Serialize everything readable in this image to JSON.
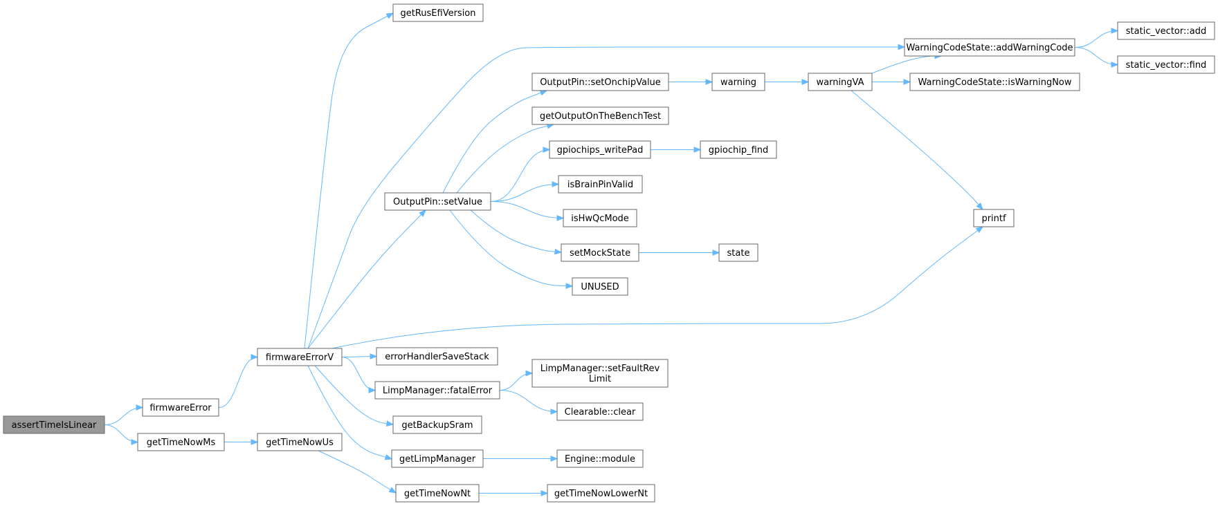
{
  "colors": {
    "edge": "#63b8ff",
    "node_border": "#666666",
    "root_fill": "#999999",
    "background": "#ffffff"
  },
  "graph": {
    "nodes": [
      {
        "id": "assertTimeIsLinear",
        "label": "assertTimeIsLinear",
        "root": true
      },
      {
        "id": "firmwareError",
        "label": "firmwareError"
      },
      {
        "id": "getTimeNowMs",
        "label": "getTimeNowMs"
      },
      {
        "id": "firmwareErrorV",
        "label": "firmwareErrorV"
      },
      {
        "id": "getTimeNowUs",
        "label": "getTimeNowUs"
      },
      {
        "id": "getRusEfiVersion",
        "label": "getRusEfiVersion"
      },
      {
        "id": "OutputPin_setValue",
        "label": "OutputPin::setValue"
      },
      {
        "id": "errorHandlerSaveStack",
        "label": "errorHandlerSaveStack"
      },
      {
        "id": "LimpManager_fatalError",
        "label": "LimpManager::fatalError"
      },
      {
        "id": "getBackupSram",
        "label": "getBackupSram"
      },
      {
        "id": "getLimpManager",
        "label": "getLimpManager"
      },
      {
        "id": "getTimeNowNt",
        "label": "getTimeNowNt"
      },
      {
        "id": "OutputPin_setOnchipValue",
        "label": "OutputPin::setOnchipValue"
      },
      {
        "id": "getOutputOnTheBenchTest",
        "label": "getOutputOnTheBenchTest"
      },
      {
        "id": "gpiochips_writePad",
        "label": "gpiochips_writePad"
      },
      {
        "id": "isBrainPinValid",
        "label": "isBrainPinValid"
      },
      {
        "id": "isHwQcMode",
        "label": "isHwQcMode"
      },
      {
        "id": "setMockState",
        "label": "setMockState"
      },
      {
        "id": "UNUSED",
        "label": "UNUSED"
      },
      {
        "id": "LimpManager_setFaultRevLimit",
        "label": "LimpManager::setFaultRev\nLimit"
      },
      {
        "id": "Clearable_clear",
        "label": "Clearable::clear"
      },
      {
        "id": "Engine_module",
        "label": "Engine::module"
      },
      {
        "id": "getTimeNowLowerNt",
        "label": "getTimeNowLowerNt"
      },
      {
        "id": "warning",
        "label": "warning"
      },
      {
        "id": "gpiochip_find",
        "label": "gpiochip_find"
      },
      {
        "id": "state",
        "label": "state"
      },
      {
        "id": "warningVA",
        "label": "warningVA"
      },
      {
        "id": "WarningCodeState_addWarningCode",
        "label": "WarningCodeState::addWarningCode"
      },
      {
        "id": "WarningCodeState_isWarningNow",
        "label": "WarningCodeState::isWarningNow"
      },
      {
        "id": "printf",
        "label": "printf"
      },
      {
        "id": "static_vector_add",
        "label": "static_vector::add"
      },
      {
        "id": "static_vector_find",
        "label": "static_vector::find"
      }
    ],
    "edges": [
      [
        "assertTimeIsLinear",
        "firmwareError"
      ],
      [
        "assertTimeIsLinear",
        "getTimeNowMs"
      ],
      [
        "firmwareError",
        "firmwareErrorV"
      ],
      [
        "getTimeNowMs",
        "getTimeNowUs"
      ],
      [
        "getTimeNowUs",
        "getTimeNowNt"
      ],
      [
        "firmwareErrorV",
        "getRusEfiVersion"
      ],
      [
        "firmwareErrorV",
        "WarningCodeState_addWarningCode"
      ],
      [
        "firmwareErrorV",
        "OutputPin_setValue"
      ],
      [
        "firmwareErrorV",
        "printf"
      ],
      [
        "firmwareErrorV",
        "errorHandlerSaveStack"
      ],
      [
        "firmwareErrorV",
        "LimpManager_fatalError"
      ],
      [
        "firmwareErrorV",
        "getBackupSram"
      ],
      [
        "firmwareErrorV",
        "getLimpManager"
      ],
      [
        "OutputPin_setValue",
        "OutputPin_setOnchipValue"
      ],
      [
        "OutputPin_setValue",
        "getOutputOnTheBenchTest"
      ],
      [
        "OutputPin_setValue",
        "gpiochips_writePad"
      ],
      [
        "OutputPin_setValue",
        "isBrainPinValid"
      ],
      [
        "OutputPin_setValue",
        "isHwQcMode"
      ],
      [
        "OutputPin_setValue",
        "setMockState"
      ],
      [
        "OutputPin_setValue",
        "UNUSED"
      ],
      [
        "OutputPin_setOnchipValue",
        "warning"
      ],
      [
        "warning",
        "warningVA"
      ],
      [
        "warningVA",
        "WarningCodeState_addWarningCode"
      ],
      [
        "warningVA",
        "WarningCodeState_isWarningNow"
      ],
      [
        "warningVA",
        "printf"
      ],
      [
        "WarningCodeState_addWarningCode",
        "static_vector_add"
      ],
      [
        "WarningCodeState_addWarningCode",
        "static_vector_find"
      ],
      [
        "gpiochips_writePad",
        "gpiochip_find"
      ],
      [
        "setMockState",
        "state"
      ],
      [
        "LimpManager_fatalError",
        "LimpManager_setFaultRevLimit"
      ],
      [
        "LimpManager_fatalError",
        "Clearable_clear"
      ],
      [
        "getLimpManager",
        "Engine_module"
      ],
      [
        "getTimeNowNt",
        "getTimeNowLowerNt"
      ]
    ]
  }
}
